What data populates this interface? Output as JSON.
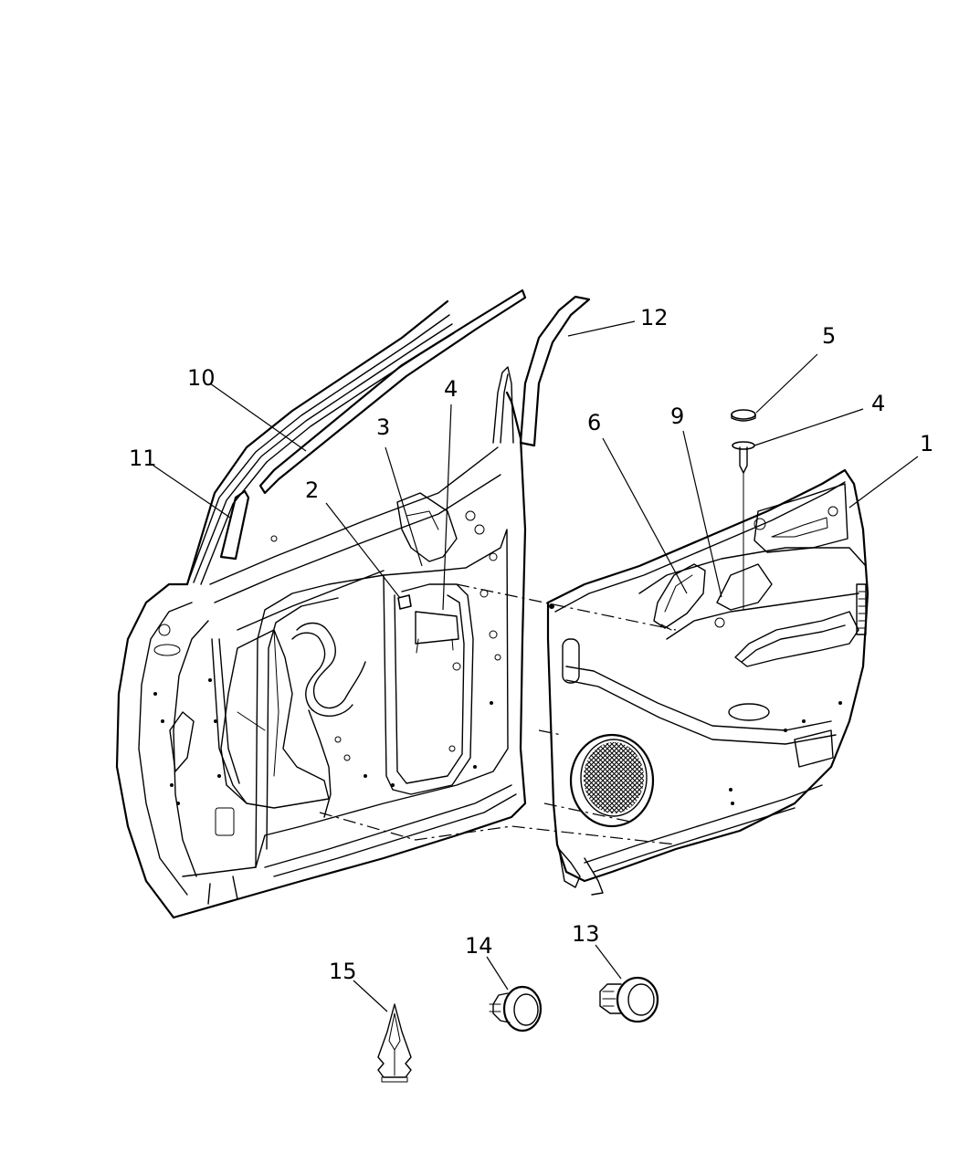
{
  "diagram": {
    "callouts": [
      {
        "id": "c1",
        "label": "1"
      },
      {
        "id": "c2",
        "label": "2"
      },
      {
        "id": "c3",
        "label": "3"
      },
      {
        "id": "c4a",
        "label": "4"
      },
      {
        "id": "c4b",
        "label": "4"
      },
      {
        "id": "c5",
        "label": "5"
      },
      {
        "id": "c6",
        "label": "6"
      },
      {
        "id": "c9",
        "label": "9"
      },
      {
        "id": "c10",
        "label": "10"
      },
      {
        "id": "c11",
        "label": "11"
      },
      {
        "id": "c12",
        "label": "12"
      },
      {
        "id": "c13",
        "label": "13"
      },
      {
        "id": "c14",
        "label": "14"
      },
      {
        "id": "c15",
        "label": "15"
      }
    ]
  }
}
